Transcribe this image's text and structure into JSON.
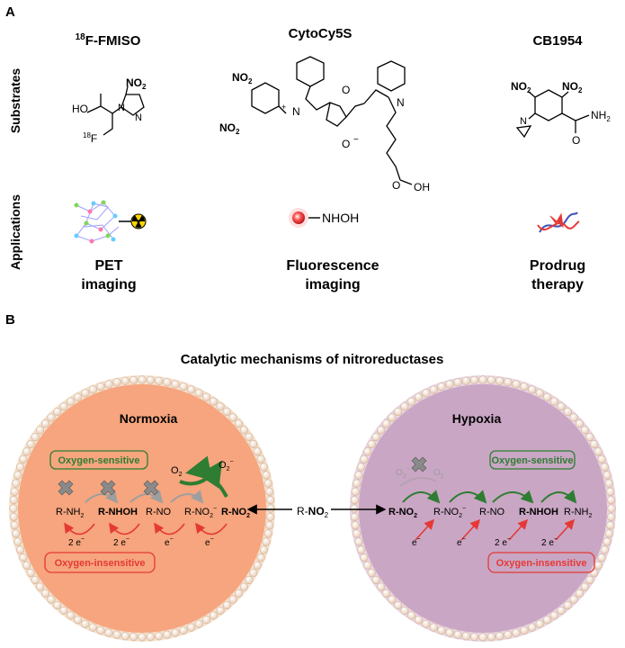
{
  "panel_a": {
    "letter": "A",
    "row_substrates": "Substrates",
    "row_applications": "Applications",
    "col1": {
      "title_sup": "18",
      "title": "F-FMISO",
      "app_line1": "PET",
      "app_line2": "imaging"
    },
    "col2": {
      "title": "CytoCy5S",
      "app_line1": "Fluorescence",
      "app_line2": "imaging",
      "probe_label": "NHOH"
    },
    "col3": {
      "title": "CB1954",
      "app_line1": "Prodrug",
      "app_line2": "therapy"
    },
    "atoms": {
      "no2": "NO",
      "sub2": "2",
      "ho": "HO",
      "f18_sup": "18",
      "f": "F",
      "n": "N",
      "nh2": "NH",
      "o": "O",
      "oh": "OH",
      "plus": "+",
      "minus": "−"
    }
  },
  "panel_b": {
    "letter": "B",
    "title": "Catalytic mechanisms of nitroreductases",
    "center_label_r": "R-",
    "center_label_no": "NO",
    "center_label_sub": "2",
    "normoxia": {
      "title": "Normoxia",
      "sensitive_label": "Oxygen-sensitive",
      "insensitive_label": "Oxygen-insensitive",
      "o2_left": "O",
      "o2_right": "O",
      "species": [
        "R-NH",
        "R-NHOH",
        "R-NO",
        "R-NO",
        "R-NO"
      ],
      "electrons": [
        "2 e",
        "2 e",
        "e",
        "e"
      ]
    },
    "hypoxia": {
      "title": "Hypoxia",
      "sensitive_label": "Oxygen-sensitive",
      "insensitive_label": "Oxygen-insensitive",
      "o2_left": "O",
      "o2_right": "O",
      "species": [
        "R-NO",
        "R-NO",
        "R-NO",
        "R-NHOH",
        "R-NH"
      ],
      "electrons": [
        "e",
        "e",
        "2 e",
        "2 e"
      ]
    },
    "colors": {
      "normoxia_fill": "#f6a57e",
      "hypoxia_fill": "#c9a6c4",
      "sensitive": "#2e7d32",
      "insensitive": "#e53935",
      "membrane_bead": "#f6e2cf"
    }
  }
}
